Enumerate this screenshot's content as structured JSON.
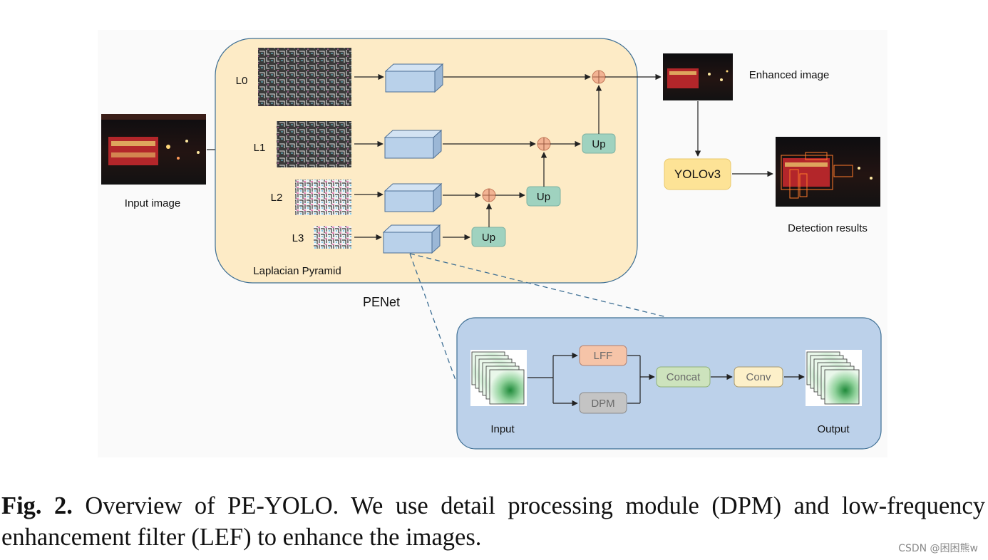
{
  "diagram": {
    "input_image_label": "Input image",
    "pyramid_levels": [
      "L0",
      "L1",
      "L2",
      "L3"
    ],
    "pyramid_label": "Laplacian Pyramid",
    "network_label": "PENet",
    "up_label": "Up",
    "enhanced_image_label": "Enhanced image",
    "detector_label": "YOLOv3",
    "detection_label": "Detection results",
    "detail": {
      "input_label": "Input",
      "lff_label": "LFF",
      "dpm_label": "DPM",
      "concat_label": "Concat",
      "conv_label": "Conv",
      "output_label": "Output"
    }
  },
  "colors": {
    "pyramid_bg": "#fdebc6",
    "detail_bg": "#bcd1ea",
    "cube": "#b9d1ea",
    "up_box": "#9fd2bf",
    "add_node": "#f2b393",
    "yolo_box": "#fde396",
    "lff_box": "#f6c4a8",
    "dpm_box": "#c4c4c4",
    "concat_box": "#cde3bd",
    "conv_box": "#fdf0c9"
  },
  "caption": {
    "label": "Fig. 2.",
    "text": "Overview of PE-YOLO. We use detail processing module (DPM) and low-frequency enhancement filter (LEF) to enhance the images."
  },
  "watermark": "CSDN @困困熊w"
}
